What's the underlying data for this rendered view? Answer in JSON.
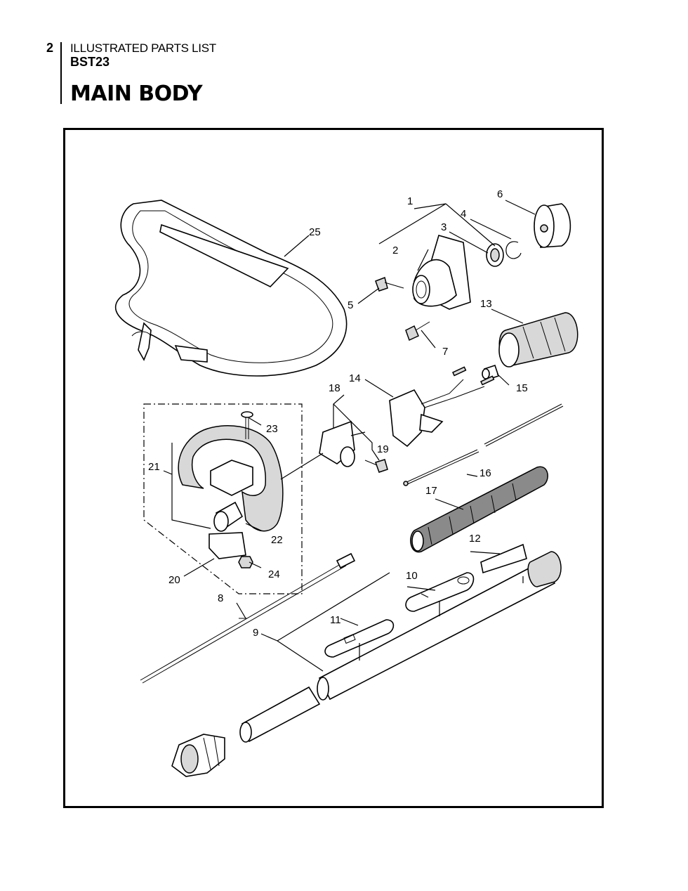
{
  "header": {
    "page_number": "2",
    "document_title": "ILLUSTRATED PARTS LIST",
    "model": "BST23",
    "section_title": "MAIN BODY"
  },
  "diagram": {
    "callouts": [
      "1",
      "2",
      "3",
      "4",
      "5",
      "6",
      "7",
      "8",
      "9",
      "10",
      "11",
      "12",
      "13",
      "14",
      "15",
      "16",
      "17",
      "18",
      "19",
      "20",
      "21",
      "22",
      "23",
      "24",
      "25"
    ]
  }
}
